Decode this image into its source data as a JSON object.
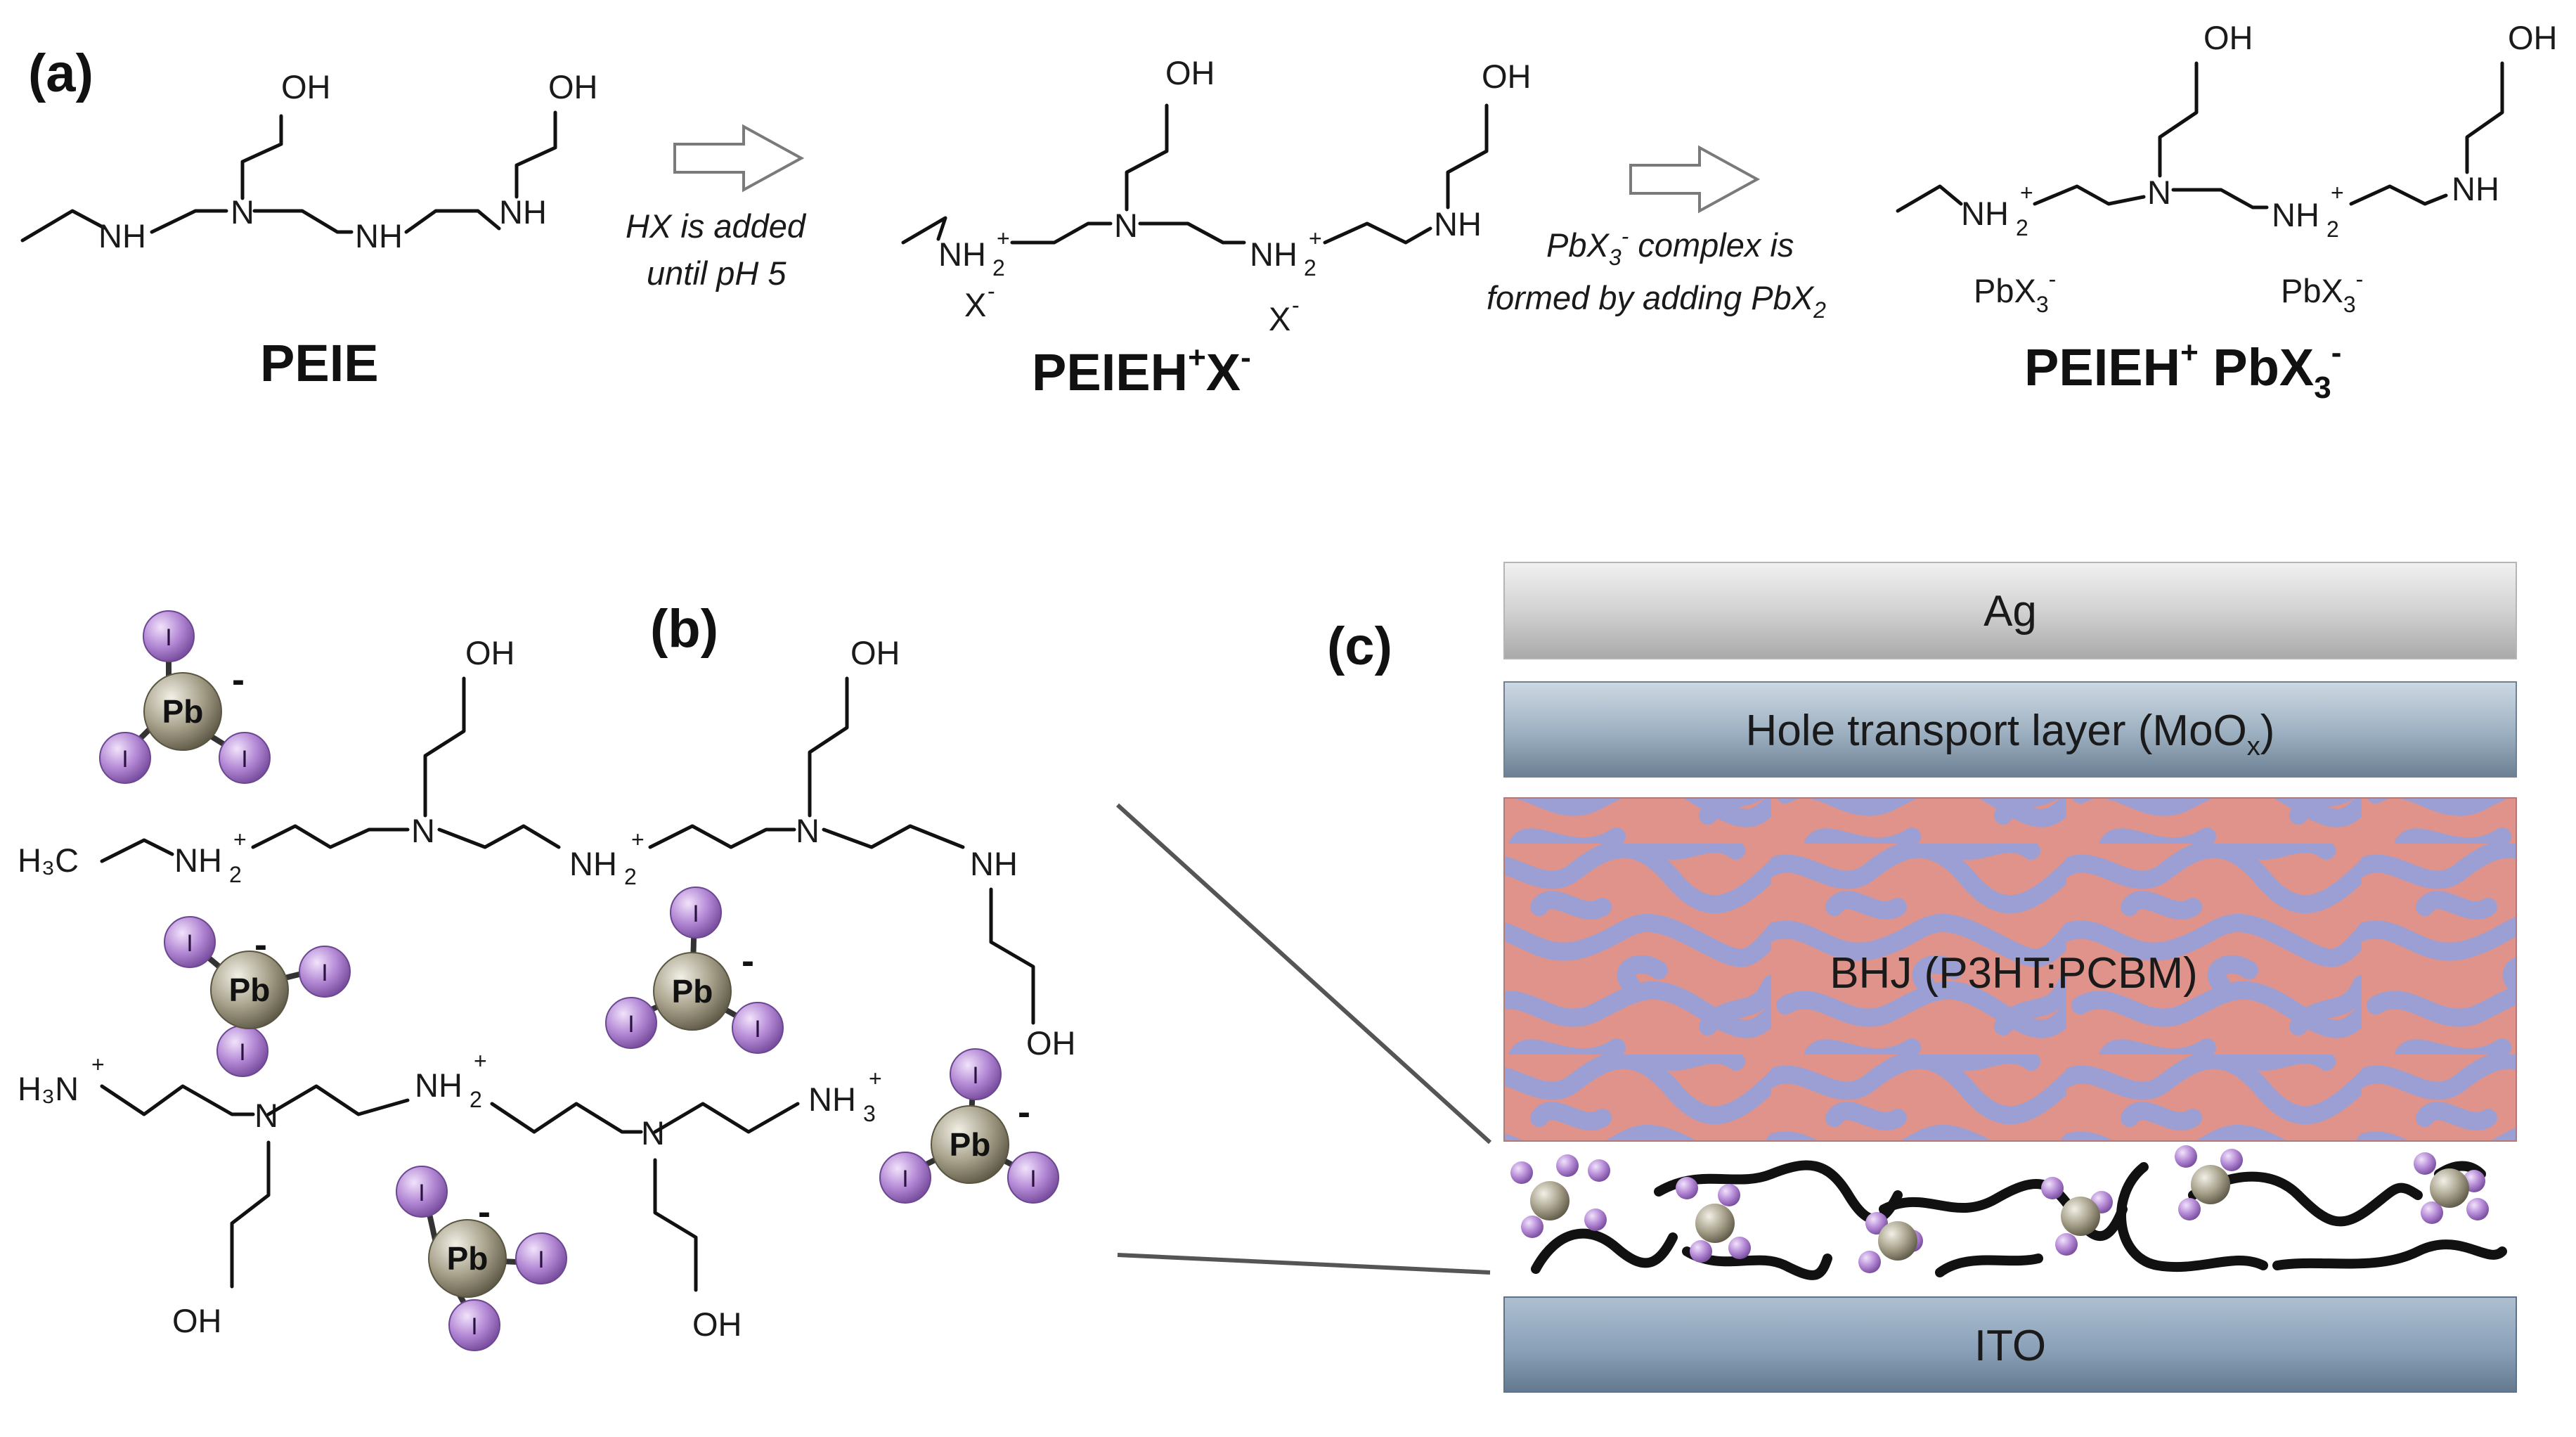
{
  "panels": {
    "a": "(a)",
    "b": "(b)",
    "c": "(c)"
  },
  "compounds": {
    "peie": "PEIE",
    "peieh_x": {
      "base": "PEIEH",
      "sup1": "+",
      "x": "X",
      "sup2": "-"
    },
    "peieh_pbx3": {
      "base": "PEIEH",
      "sup1": "+",
      "pbx": " PbX",
      "sub": "3",
      "sup2": "-"
    }
  },
  "steps": {
    "step1": {
      "line1": "HX is added",
      "line2": "until pH 5"
    },
    "step2": {
      "line1_pre": "PbX",
      "line1_sub": "3",
      "line1_sup": "-",
      "line1_post": " complex is",
      "line2_pre": "formed by adding PbX",
      "line2_sub": "2"
    }
  },
  "atoms": {
    "N": "N",
    "NH": "NH",
    "NH2": "NH",
    "two": "2",
    "three": "3",
    "OH": "OH",
    "X": "X",
    "PbX": "PbX",
    "plus": "+",
    "minus": "-",
    "H3C": "H₃C",
    "H3N": "H₃N",
    "Pb": "Pb",
    "I": "I"
  },
  "device_layers": {
    "ag": "Ag",
    "htl": {
      "pre": "Hole transport layer (MoO",
      "sub": "x",
      "post": ")"
    },
    "bhj": "BHJ (P3HT:PCBM)",
    "ito": "ITO"
  },
  "colors": {
    "ag_layer": "#d6d6d6",
    "htl_layer": "#9fb2c2",
    "bhj_orange": "#e0918a",
    "bhj_blue": "#9d9fd2",
    "ito_layer": "#8aa3bd",
    "iodine": "#b58ad6",
    "lead": "#a8a28c"
  }
}
